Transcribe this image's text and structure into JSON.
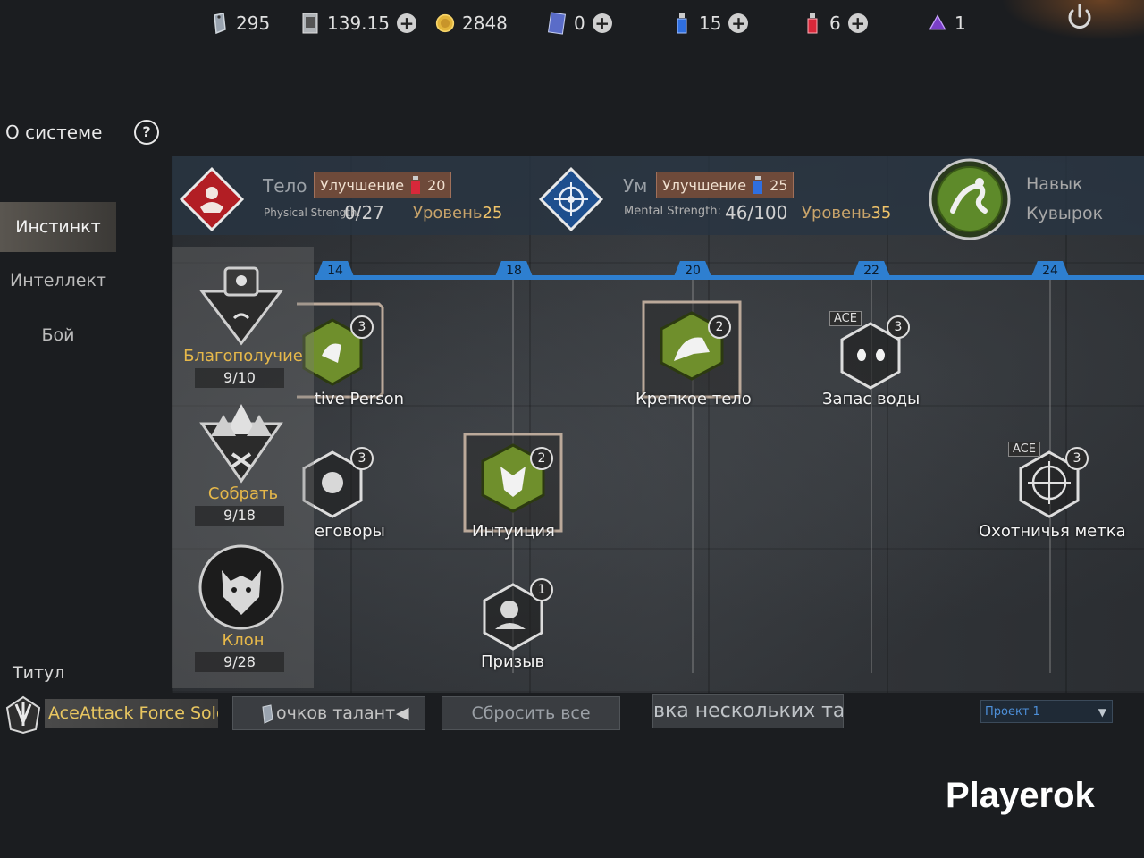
{
  "currencies": [
    {
      "icon": "dogtag-icon",
      "value": "295",
      "has_plus": false
    },
    {
      "icon": "card-icon",
      "value": "139.15",
      "has_plus": true
    },
    {
      "icon": "coin-icon",
      "value": "2848",
      "has_plus": false
    },
    {
      "icon": "ticket-icon",
      "value": "0",
      "has_plus": true
    },
    {
      "icon": "blue-potion-icon",
      "value": "15",
      "has_plus": true
    },
    {
      "icon": "red-potion-icon",
      "value": "6",
      "has_plus": true
    },
    {
      "icon": "crystal-icon",
      "value": "1",
      "has_plus": false
    }
  ],
  "about": {
    "label": "О системе",
    "help": "?"
  },
  "sidebar": [
    {
      "label": "Инстинкт",
      "active": true
    },
    {
      "label": "Интеллект",
      "active": false
    },
    {
      "label": "Бой",
      "active": false
    }
  ],
  "body": {
    "title": "Тело",
    "upgrade_label": "Улучшение",
    "upgrade_value": "20",
    "strength_label": "Physical Strength:",
    "strength_value": "0/27",
    "level_label": "Уровень",
    "level_value": "25"
  },
  "mind": {
    "title": "Ум",
    "upgrade_label": "Улучшение",
    "upgrade_value": "25",
    "strength_label": "Mental Strength:",
    "strength_value": "46/100",
    "level_label": "Уровень",
    "level_value": "35"
  },
  "skill": {
    "line1": "Навык",
    "line2": "Кувырок"
  },
  "categories": [
    {
      "name": "Благополучие",
      "count": "9/10"
    },
    {
      "name": "Собрать",
      "count": "9/18"
    },
    {
      "name": "Клон",
      "count": "9/28"
    }
  ],
  "levels": [
    "14",
    "18",
    "20",
    "22",
    "24"
  ],
  "talents": [
    {
      "name": "tive Person",
      "rank": "3"
    },
    {
      "name": "Крепкое тело",
      "rank": "2"
    },
    {
      "name": "Запас воды",
      "rank": "3",
      "tag": "ACE"
    },
    {
      "name": "еговоры",
      "rank": "3"
    },
    {
      "name": "Интуиция",
      "rank": "2"
    },
    {
      "name": "Охотничья метка",
      "rank": "3",
      "tag": "ACE"
    },
    {
      "name": "Призыв",
      "rank": "1"
    }
  ],
  "footer": {
    "title_label": "Титул",
    "title_value": "AceAttack Force Sold",
    "points_button": "очков талант",
    "reset_button": "Сбросить все",
    "multi_button": "вка нескольких тала",
    "project_select": "Проект 1"
  },
  "watermark": "Playerok"
}
